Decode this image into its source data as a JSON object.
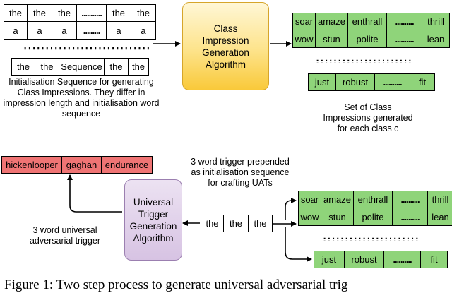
{
  "init_sequences": {
    "row1": [
      "the",
      "the",
      "the",
      "...........",
      "the",
      "the"
    ],
    "row2": [
      "a",
      "a",
      "a",
      ".........",
      "a",
      "a"
    ],
    "row3": [
      "the",
      "the",
      "Sequence",
      "the",
      "the"
    ],
    "caption": "Initialisation Sequence for generating Class Impressions. They differ in impression length and initialisation word sequence"
  },
  "class_impression_algo": "Class Impression Generation Algorithm",
  "impressions_top": {
    "row1": [
      "soar",
      "amaze",
      "enthrall",
      "..........",
      "thrill"
    ],
    "row2": [
      "wow",
      "stun",
      "polite",
      "..........",
      "lean"
    ],
    "row3": [
      "just",
      "robust",
      "..........",
      "fit"
    ]
  },
  "impressions_caption": "Set of Class Impressions generated for each class c",
  "trigger_prepend_caption": "3 word trigger prepended as initialisation sequence for crafting UATs",
  "impressions_bottom": {
    "row1": [
      "soar",
      "amaze",
      "enthrall",
      "..........",
      "thrill"
    ],
    "row2": [
      "wow",
      "stun",
      "polite",
      "..........",
      "lean"
    ],
    "row3": [
      "just",
      "robust",
      "..........",
      "fit"
    ]
  },
  "trigger_input": [
    "the",
    "the",
    "the"
  ],
  "universal_algo": "Universal Trigger Generation Algorithm",
  "universal_trigger": [
    "hickenlooper",
    "gaghan",
    "endurance"
  ],
  "universal_trigger_caption": "3 word universal adversarial trigger",
  "figure_caption": "Figure 1: Two step process to generate universal adversarial trig"
}
